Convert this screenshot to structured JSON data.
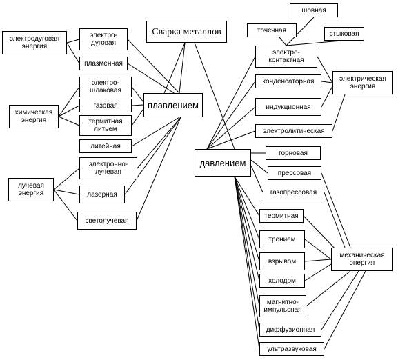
{
  "diagram": {
    "title": "Сварка металлов",
    "nodes": {
      "title": "Сварка металлов",
      "melting": "плавлением",
      "pressure": "давлением",
      "arc_energy": "электродуговая\nэнергия",
      "chem_energy": "химическая\nэнергия",
      "beam_energy": "лучевая\nэнергия",
      "elec_energy": "электрическая\nэнергия",
      "mech_energy": "механическая\nэнергия",
      "electroarc": "электро-\nдуговая",
      "plasma": "плазменная",
      "electroslag": "электро-\nшлаковая",
      "gas": "газовая",
      "thermite_cast": "термитная\nлитьем",
      "foundry": "литейная",
      "ebeam": "электронно-\nлучевая",
      "laser": "лазерная",
      "light_beam": "светолучевая",
      "seam": "шовная",
      "spot": "точечная",
      "butt": "стыковая",
      "contact": "электро-\nконтактная",
      "capacitor": "конденсаторная",
      "induction": "индукционная",
      "electrolytic": "электролитическая",
      "forge": "горновая",
      "press": "прессовая",
      "gaspress": "газопрессовая",
      "thermite": "термитная",
      "friction": "трением",
      "explosion": "взрывом",
      "cold": "холодом",
      "magnetic": "магнитно-\nимпульсная",
      "diffusion": "диффузионная",
      "ultrasonic": "ультразвуковая"
    }
  }
}
